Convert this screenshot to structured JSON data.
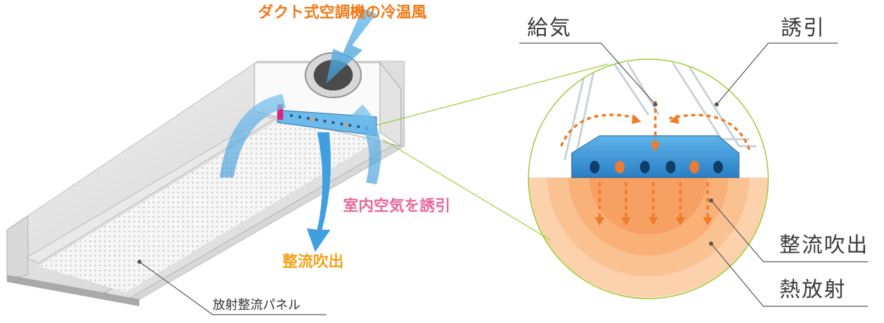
{
  "labels": {
    "duct_air": "ダクト式空調機の冷温風",
    "induce_room_air": "室内空気を誘引",
    "rectified_blow_left": "整流吹出",
    "panel": "放射整流パネル",
    "supply": "給気",
    "induction": "誘引",
    "rectified_blow_right": "整流吹出",
    "heat_radiation": "熱放射"
  },
  "colors": {
    "label_orange": "#ee7a18",
    "label_pink": "#e8689c",
    "label_yellow": "#f0a21a",
    "airflow_blue": "#4aa8e0",
    "heat_orange": "#f7a56a",
    "leader_green": "#9acd32"
  }
}
